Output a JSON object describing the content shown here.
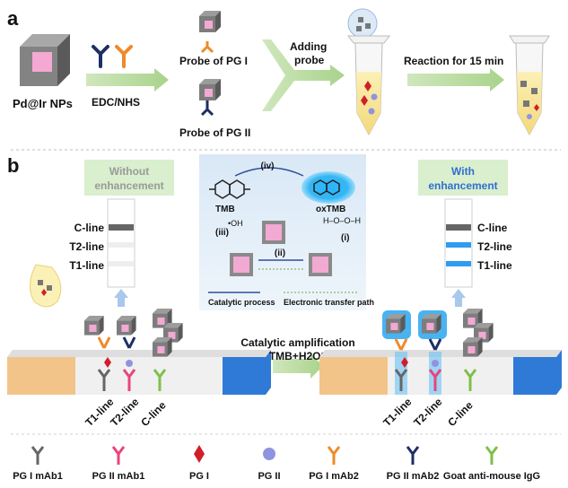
{
  "panel_a": {
    "label": "a",
    "nps_label": "Pd@Ir NPs",
    "coupling_label": "EDC/NHS",
    "probe1_label": "Probe of PG I",
    "probe2_label": "Probe of PG II",
    "adding_label_1": "Adding",
    "adding_label_2": "probe",
    "reaction_label": "Reaction for 15 min"
  },
  "panel_b": {
    "label": "b",
    "without_1": "Without",
    "without_2": "enhancement",
    "with_1": "With",
    "with_2": "enhancement",
    "c_line": "C-line",
    "t2_line": "T2-line",
    "t1_line": "T1-line",
    "tmb": "TMB",
    "oxtmb": "oxTMB",
    "oh": "•OH",
    "step_i": "(i)",
    "step_ii": "(ii)",
    "step_iii": "(iii)",
    "step_iv": "(iv)",
    "catalytic_process": "Catalytic process",
    "electronic_path": "Electronic transfer path",
    "amplification_1": "Catalytic amplification",
    "amplification_2": "TMB+H2O2",
    "strip_left": [
      "T1-line",
      "T2-line",
      "C-line"
    ],
    "strip_right": [
      "T1-line",
      "T2-line",
      "C-line"
    ]
  },
  "legend": [
    {
      "label": "PG I mAb1",
      "color": "#666666",
      "icon": "antibody-icon"
    },
    {
      "label": "PG II mAb1",
      "color": "#e8457a",
      "icon": "antibody-icon"
    },
    {
      "label": "PG I",
      "color": "#d11f2a",
      "icon": "diamond-icon"
    },
    {
      "label": "PG II",
      "color": "#8f94e0",
      "icon": "sphere-icon"
    },
    {
      "label": "PG I mAb2",
      "color": "#ef8a2a",
      "icon": "antibody-icon"
    },
    {
      "label": "PG II mAb2",
      "color": "#1d2f63",
      "icon": "antibody-icon"
    },
    {
      "label": "Goat anti-mouse IgG",
      "color": "#7fbf4a",
      "icon": "antibody-icon"
    }
  ]
}
